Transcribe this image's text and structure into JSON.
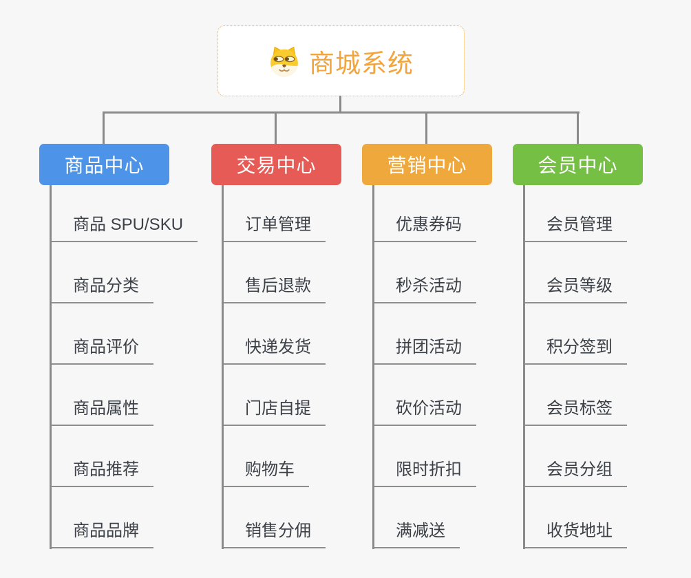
{
  "theme": {
    "background": "#f7f7f7",
    "connector_color": "#8a8a8a",
    "leaf_underline_color": "#8e8e8e",
    "leaf_text_color": "#3c4148",
    "root_border_color": "#f0aa4a",
    "root_background": "#ffffff"
  },
  "root": {
    "title": "商城系统",
    "title_color": "#f2a43d",
    "icon": "dog-face-icon"
  },
  "branches": [
    {
      "label": "商品中心",
      "color": "#4d94e8",
      "children": [
        "商品 SPU/SKU",
        "商品分类",
        "商品评价",
        "商品属性",
        "商品推荐",
        "商品品牌"
      ]
    },
    {
      "label": "交易中心",
      "color": "#e65b55",
      "children": [
        "订单管理",
        "售后退款",
        "快递发货",
        "门店自提",
        "购物车",
        "销售分佣"
      ]
    },
    {
      "label": "营销中心",
      "color": "#eea83b",
      "children": [
        "优惠券码",
        "秒杀活动",
        "拼团活动",
        "砍价活动",
        "限时折扣",
        "满减送"
      ]
    },
    {
      "label": "会员中心",
      "color": "#75c044",
      "children": [
        "会员管理",
        "会员等级",
        "积分签到",
        "会员标签",
        "会员分组",
        "收货地址"
      ]
    }
  ]
}
